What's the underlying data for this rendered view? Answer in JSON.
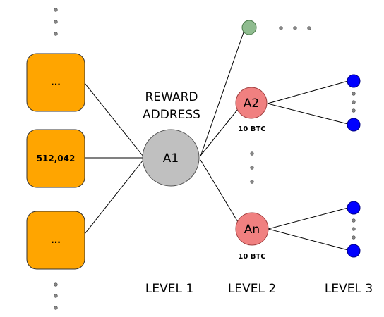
{
  "blocks": [
    {
      "label": "..."
    },
    {
      "label": "512,042"
    },
    {
      "label": "..."
    }
  ],
  "reward_address": [
    "REWARD",
    "ADDRESS"
  ],
  "nodes": {
    "a1": {
      "label": "A1"
    },
    "a2": {
      "label": "A2",
      "amount": "10 BTC"
    },
    "an": {
      "label": "An",
      "amount": "10 BTC"
    }
  },
  "levels": [
    "LEVEL 1",
    "LEVEL 2",
    "LEVEL 3"
  ],
  "colors": {
    "block": "#FFA500",
    "a1": "#C0C0C0",
    "level2": "#F08080",
    "green": "#8FBC8F",
    "level3": "#0000FF"
  }
}
